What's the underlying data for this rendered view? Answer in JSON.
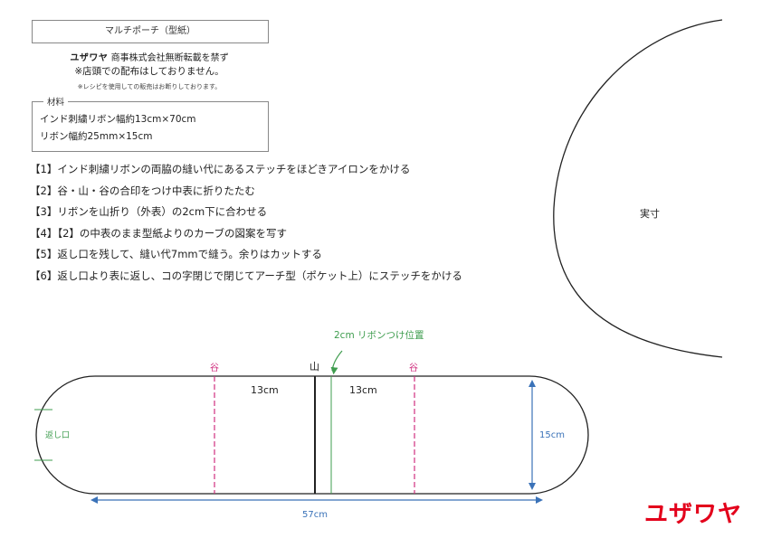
{
  "header": {
    "title": "マルチポーチ（型紙）",
    "brand_inline": "ユザワヤ",
    "notice_rest": "商事株式会社無断転載を禁ず",
    "notice_store": "※店頭での配布はしておりません。",
    "notice_sale": "※レシピを使用しての販売はお断りしております。"
  },
  "materials": {
    "label": "材料",
    "lines": [
      "インド刺繍リボン幅約13cm×70cm",
      "リボン幅約25mm×15cm"
    ]
  },
  "steps": [
    "【1】インド刺繍リボンの両脇の縫い代にあるステッチをほどきアイロンをかける",
    "【2】谷・山・谷の合印をつけ中表に折りたたむ",
    "【3】リボンを山折り（外表）の2cm下に合わせる",
    "【4】【2】の中表のまま型紙よりのカーブの図案を写す",
    "【5】返し口を残して、縫い代7mmで縫う。余りはカットする",
    "【6】返し口より表に返し、コの字閉じで閉じてアーチ型（ポケット上）にステッチをかける"
  ],
  "pattern": {
    "actual_size_label": "実寸",
    "ribbon_position_label": "2cm リボンつけ位置",
    "valley_label": "谷",
    "mountain_label": "山",
    "section_left": "13cm",
    "section_right": "13cm",
    "height_label": "15cm",
    "width_label": "57cm",
    "return_opening_label": "返し口"
  },
  "colors": {
    "valley": "#d0307f",
    "ribbon": "#3f9d4f",
    "dimension": "#3a72b8",
    "brand": "#e3001b"
  },
  "footer": {
    "logo": "ユザワヤ"
  }
}
